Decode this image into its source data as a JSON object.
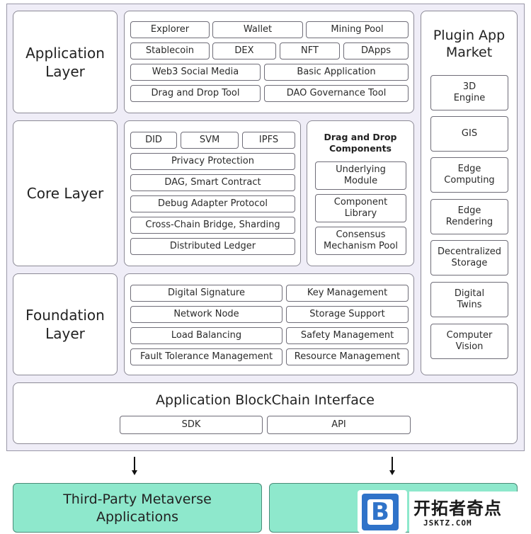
{
  "application_layer": {
    "title": "Application\nLayer",
    "items": [
      "Explorer",
      "Wallet",
      "Mining Pool",
      "Stablecoin",
      "DEX",
      "NFT",
      "DApps",
      "Web3 Social Media",
      "Basic Application",
      "Drag and Drop Tool",
      "DAO Governance Tool"
    ]
  },
  "core_layer": {
    "title": "Core Layer",
    "items": [
      "DID",
      "SVM",
      "IPFS",
      "Privacy Protection",
      "DAG, Smart Contract",
      "Debug Adapter Protocol",
      "Cross-Chain Bridge, Sharding",
      "Distributed Ledger"
    ],
    "components_title": "Drag and Drop\nComponents",
    "components": [
      "Underlying\nModule",
      "Component\nLibrary",
      "Consensus\nMechanism Pool"
    ]
  },
  "foundation_layer": {
    "title": "Foundation\nLayer",
    "items": [
      "Digital Signature",
      "Key Management",
      "Network Node",
      "Storage Support",
      "Load Balancing",
      "Safety Management",
      "Fault Tolerance Management",
      "Resource Management"
    ]
  },
  "plugin_market": {
    "title": "Plugin App\nMarket",
    "items": [
      "3D\nEngine",
      "GIS",
      "Edge\nComputing",
      "Edge\nRendering",
      "Decentralized\nStorage",
      "Digital\nTwins",
      "Computer\nVision"
    ]
  },
  "interface": {
    "title": "Application BlockChain Interface",
    "items": [
      "SDK",
      "API"
    ]
  },
  "outputs": [
    "Third-Party Metaverse\nApplications",
    ""
  ],
  "watermark": {
    "cn": "开拓者奇点",
    "url": "JSKTZ.COM",
    "letter": "B"
  },
  "colors": {
    "frame": "#efedf7",
    "output_green": "#8ee8cc",
    "logo_blue": "#2f73c9"
  }
}
